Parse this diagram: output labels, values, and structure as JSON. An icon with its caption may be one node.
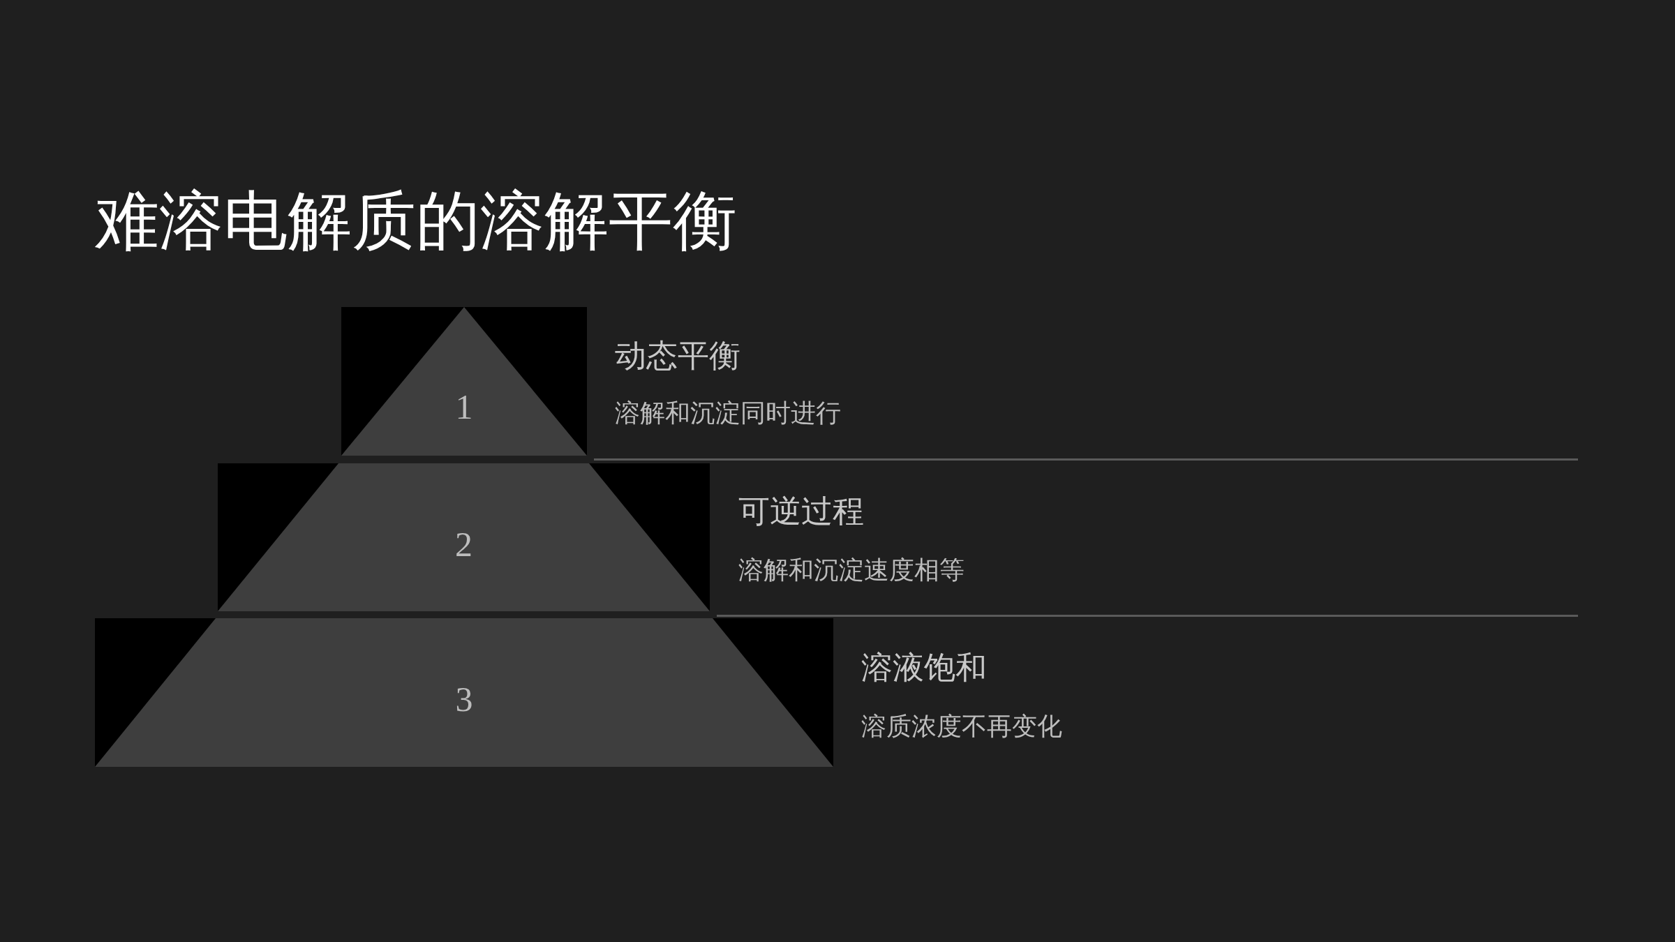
{
  "diagram": {
    "title": "难溶电解质的溶解平衡",
    "nodes": [
      {
        "text": [
          "1"
        ],
        "beside": [
          "动态平衡",
          "溶解和沉淀同时进行"
        ]
      },
      {
        "text": [
          "2"
        ],
        "beside": [
          "可逆过程",
          "溶解和沉淀速度相等"
        ]
      },
      {
        "text": [
          "3"
        ],
        "beside": [
          "溶液饱和",
          "溶质浓度不再变化"
        ]
      }
    ]
  }
}
